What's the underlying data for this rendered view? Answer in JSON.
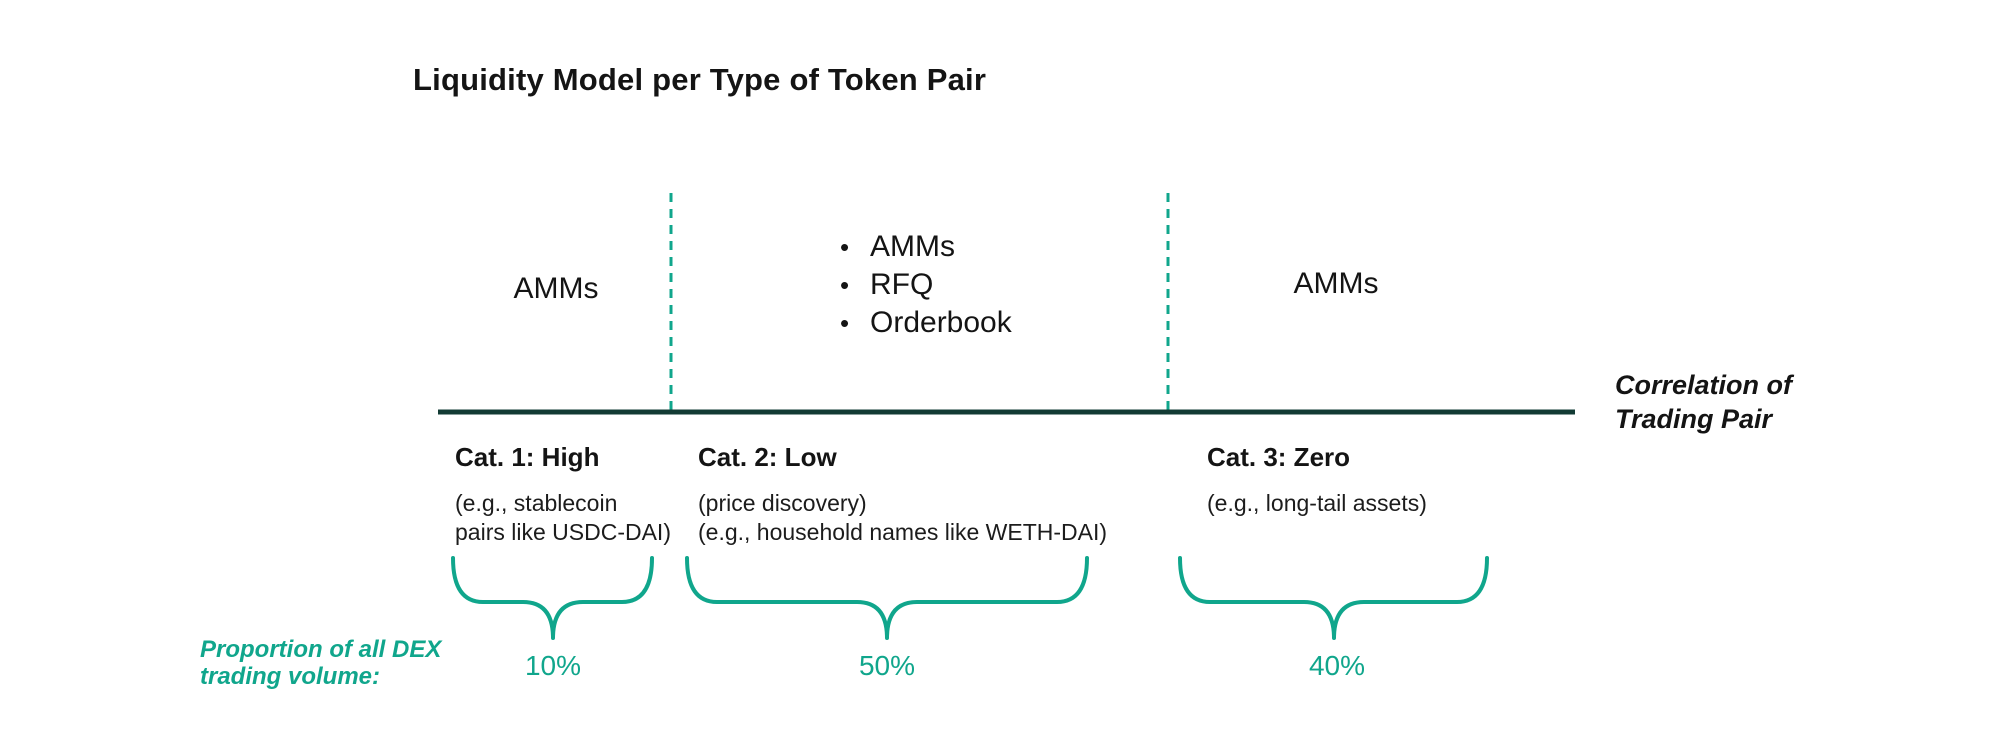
{
  "title": "Liquidity Model per Type of Token Pair",
  "colors": {
    "accent_teal": "#10A68C",
    "axis_dark": "#123B34",
    "text": "#141414"
  },
  "axis": {
    "label_lines": [
      "Correlation of",
      "Trading Pair"
    ]
  },
  "volume_caption_lines": [
    "Proportion of all DEX",
    "trading volume:"
  ],
  "sections": [
    {
      "label": "AMMs",
      "category": "Cat. 1: High",
      "desc_lines": [
        "(e.g., stablecoin",
        "pairs like USDC-DAI)"
      ],
      "volume": "10%"
    },
    {
      "methods": [
        "AMMs",
        "RFQ",
        "Orderbook"
      ],
      "category": "Cat. 2: Low",
      "desc_lines": [
        "(price discovery)",
        "(e.g., household names like WETH-DAI)"
      ],
      "volume": "50%"
    },
    {
      "label": "AMMs",
      "category": "Cat. 3: Zero",
      "desc_lines": [
        "(e.g., long-tail assets)"
      ],
      "volume": "40%"
    }
  ],
  "icons": {
    "bullet": "•"
  }
}
